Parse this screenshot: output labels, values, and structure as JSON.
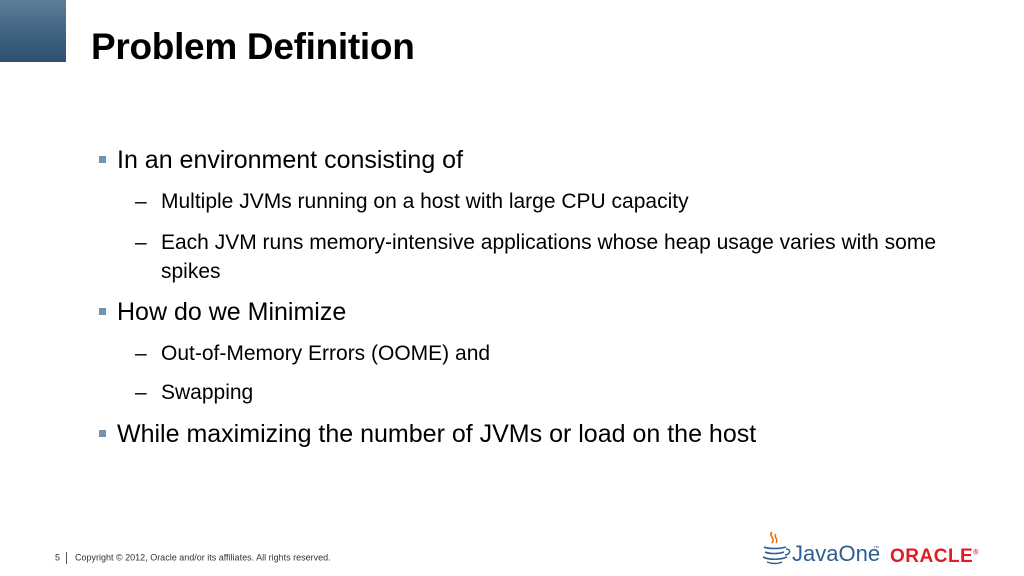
{
  "slide": {
    "title": "Problem Definition",
    "bullets": [
      {
        "text": "In an environment consisting of",
        "subs": [
          "Multiple JVMs running on a host with large CPU capacity",
          "Each JVM runs memory-intensive applications whose heap usage varies with some spikes"
        ]
      },
      {
        "text": "How do we Minimize",
        "subs": [
          "Out-of-Memory Errors (OOME) and",
          "Swapping"
        ]
      },
      {
        "text": "While maximizing the number of JVMs or load on the host",
        "subs": []
      }
    ],
    "dash": "–"
  },
  "footer": {
    "page_number": "5",
    "copyright": "Copyright © 2012, Oracle and/or its affiliates. All rights reserved."
  },
  "logos": {
    "javaone": "JavaOne",
    "trademark": "™",
    "oracle": "ORACLE",
    "registered": "®"
  },
  "colors": {
    "accent_blue": "#3e6282",
    "bullet_blue": "#6f93b3",
    "oracle_red": "#e21b22",
    "javaone_blue": "#2f5e8e",
    "java_orange": "#e76f00"
  }
}
